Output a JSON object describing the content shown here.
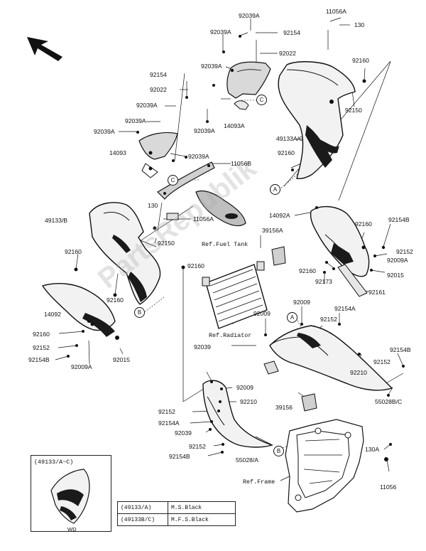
{
  "colors": {
    "line": "#111111",
    "part_dark": "#1a1a1a",
    "watermark": "#aaaaaa"
  },
  "icons": {
    "direction": "arrow-up-left-icon"
  },
  "watermark": "PartsRepublik",
  "labels": {
    "n92039a_1": "92039A",
    "n92154_1": "92154",
    "n92039a_2": "92039A",
    "n92022_1": "92022",
    "n11056a_1": "11056A",
    "n130_1": "130",
    "n92160_1": "92160",
    "n92039a_3": "92039A",
    "n92150_1": "92150",
    "n92039a_4": "92039A",
    "n14093a": "14093A",
    "n49133ac": "49133A/C",
    "n92160_2": "92160",
    "n92154_2": "92154",
    "n92022_2": "92022",
    "n92039a_5": "92039A",
    "n92039a_6": "92039A",
    "n92039a_7": "92039A",
    "n14093": "14093",
    "n92039a_8": "92039A",
    "n11056b": "11056B",
    "n130_2": "130",
    "n11056a_2": "11056A",
    "n49133b": "49133/B",
    "n92150_2": "92150",
    "ref_fuel": "Ref.Fuel Tank",
    "n14092a": "14092A",
    "n92154b_1": "92154B",
    "n92160_3": "92160",
    "n39156a": "39156A",
    "n92152_1": "92152",
    "n92009a_1": "92009A",
    "n92160_4": "92160",
    "n92015_1": "92015",
    "n92173": "92173",
    "n92161": "92161",
    "n92160_5": "92160",
    "n92160_6": "92160",
    "n92160_7": "92160",
    "n14092": "14092",
    "n92160_8": "92160",
    "n92152_2": "92152",
    "n92154b_2": "92154B",
    "n92009a_2": "92009A",
    "n92015_2": "92015",
    "ref_radiator": "Ref.Radiator",
    "n92009_1": "92009",
    "n92009_2": "92009",
    "n92154a_1": "92154A",
    "n92152_3": "92152",
    "n92039_1": "92039",
    "n92154b_3": "92154B",
    "n92152_4": "92152",
    "n92210_1": "92210",
    "n92009_3": "92009",
    "n92210_2": "92210",
    "n39156": "39156",
    "n55028bc": "55028B/C",
    "n92152_5": "92152",
    "n92154a_2": "92154A",
    "n92039_2": "92039",
    "n92152_6": "92152",
    "n92154b_4": "92154B",
    "n55028a": "55028/A",
    "n130a": "130A",
    "n11056": "11056",
    "ref_frame": "Ref.Frame"
  },
  "callouts": {
    "a1": "A",
    "a2": "A",
    "b1": "B",
    "b2": "B",
    "c1": "C",
    "c2": "C"
  },
  "inset": {
    "title": "(49133/A~C)",
    "bottom": "WD"
  },
  "color_table": [
    {
      "code": "(49133/A)",
      "color": "M.S.Black"
    },
    {
      "code": "(49133B/C)",
      "color": "M.F.S.Black"
    }
  ]
}
